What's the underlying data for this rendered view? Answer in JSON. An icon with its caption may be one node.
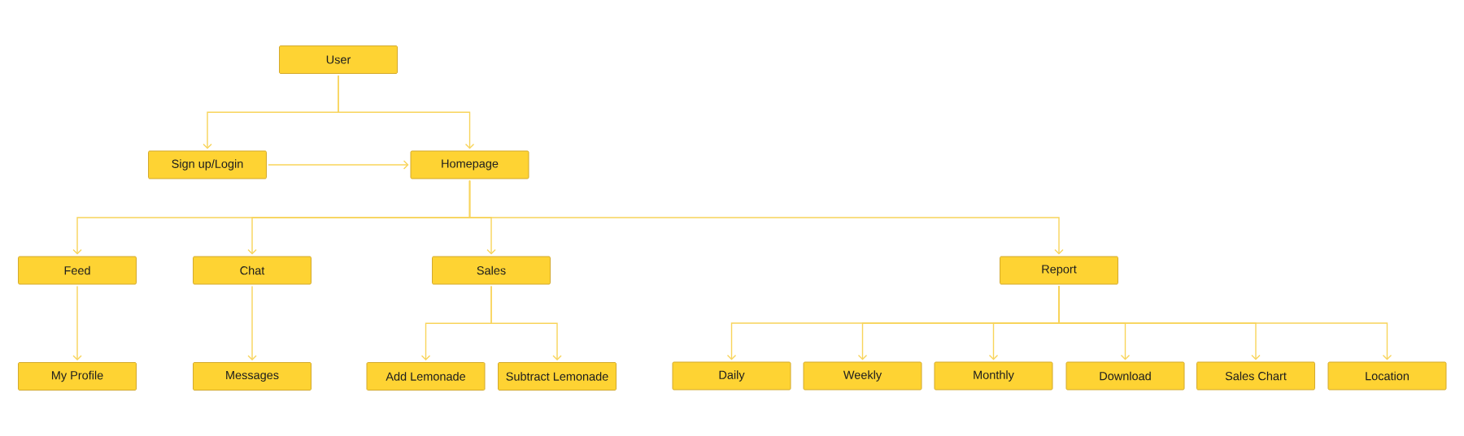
{
  "diagram": {
    "nodes": [
      {
        "text": [
          "User"
        ]
      },
      {
        "text": [
          "Sign up/Login"
        ]
      },
      {
        "text": [
          "Homepage"
        ]
      },
      {
        "text": [
          "Feed"
        ]
      },
      {
        "text": [
          "Chat"
        ]
      },
      {
        "text": [
          "Sales"
        ]
      },
      {
        "text": [
          "Report"
        ]
      },
      {
        "text": [
          "My Profile"
        ]
      },
      {
        "text": [
          "Messages"
        ]
      },
      {
        "text": [
          "Add Lemonade"
        ]
      },
      {
        "text": [
          "Subtract Lemonade"
        ]
      },
      {
        "text": [
          "Daily"
        ]
      },
      {
        "text": [
          "Weekly"
        ]
      },
      {
        "text": [
          "Monthly"
        ]
      },
      {
        "text": [
          "Download"
        ]
      },
      {
        "text": [
          "Sales Chart"
        ]
      },
      {
        "text": [
          "Location"
        ]
      }
    ],
    "edges": [
      {
        "from": 0,
        "to": 1,
        "arrow": "to"
      },
      {
        "from": 0,
        "to": 2,
        "arrow": "to"
      },
      {
        "from": 1,
        "to": 2,
        "arrow": "to"
      },
      {
        "from": 2,
        "to": 3,
        "arrow": "to"
      },
      {
        "from": 2,
        "to": 4,
        "arrow": "to"
      },
      {
        "from": 2,
        "to": 5,
        "arrow": "to"
      },
      {
        "from": 2,
        "to": 6,
        "arrow": "to"
      },
      {
        "from": 3,
        "to": 7,
        "arrow": "to"
      },
      {
        "from": 4,
        "to": 8,
        "arrow": "to"
      },
      {
        "from": 5,
        "to": 9,
        "arrow": "to"
      },
      {
        "from": 5,
        "to": 10,
        "arrow": "to"
      },
      {
        "from": 6,
        "to": 11,
        "arrow": "to"
      },
      {
        "from": 6,
        "to": 12,
        "arrow": "to"
      },
      {
        "from": 6,
        "to": 13,
        "arrow": "to"
      },
      {
        "from": 6,
        "to": 14,
        "arrow": "to"
      },
      {
        "from": 6,
        "to": 15,
        "arrow": "to"
      },
      {
        "from": 6,
        "to": 16,
        "arrow": "to"
      }
    ]
  }
}
